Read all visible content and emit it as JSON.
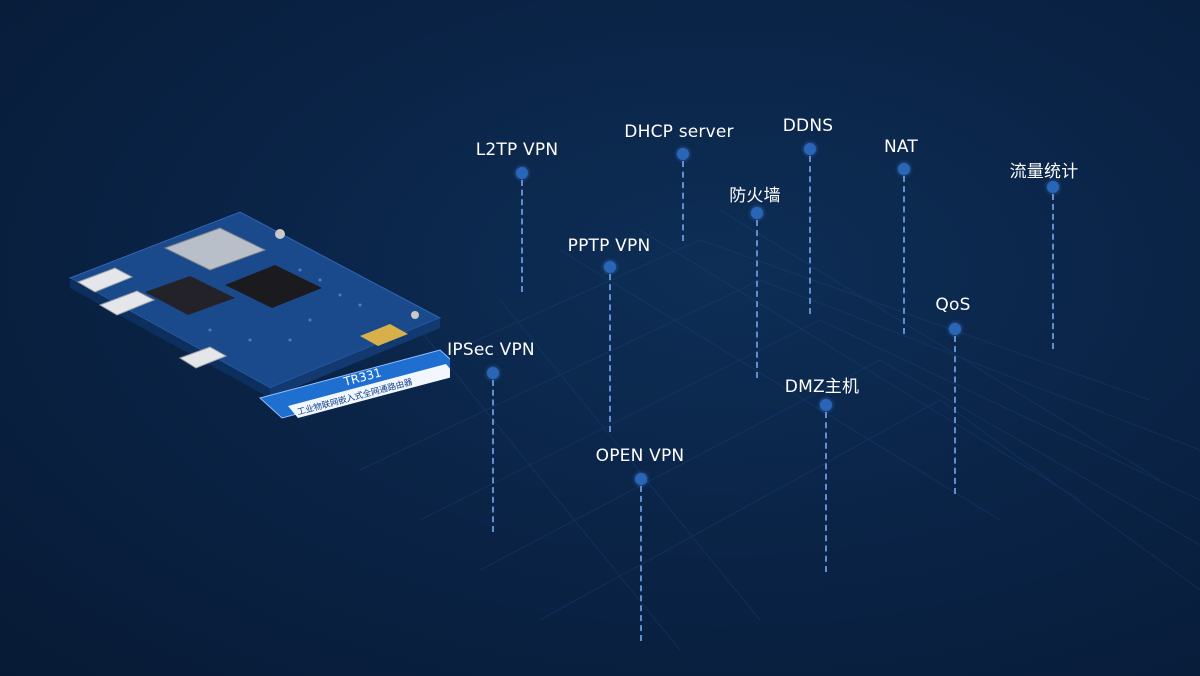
{
  "features": [
    {
      "id": "l2tp",
      "label": "L2TP VPN"
    },
    {
      "id": "dhcp",
      "label": "DHCP server"
    },
    {
      "id": "ddns",
      "label": "DDNS"
    },
    {
      "id": "nat",
      "label": "NAT"
    },
    {
      "id": "traffic",
      "label": "流量统计"
    },
    {
      "id": "firewall",
      "label": "防火墙"
    },
    {
      "id": "pptp",
      "label": "PPTP VPN"
    },
    {
      "id": "qos",
      "label": "QoS"
    },
    {
      "id": "ipsec",
      "label": "IPSec VPN"
    },
    {
      "id": "dmz",
      "label": "DMZ主机"
    },
    {
      "id": "openvpn",
      "label": "OPEN VPN"
    }
  ],
  "product": {
    "model": "TR331",
    "subtitle": "工业物联网嵌入式全网通路由器"
  },
  "colors": {
    "background": "#0a2447",
    "accent": "#2a66b8",
    "label_plate": "#1f6fd0"
  }
}
